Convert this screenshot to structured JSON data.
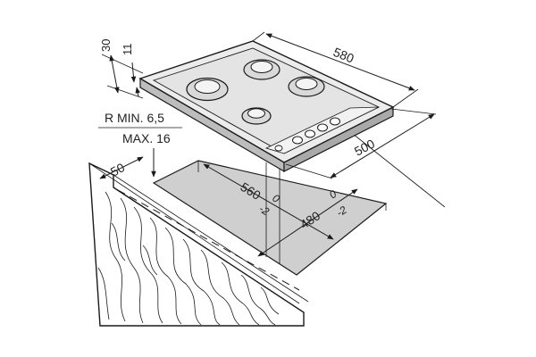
{
  "dimensions": {
    "width_580": "580",
    "depth_500": "500",
    "cutout_560": "560",
    "cutout_480": "480",
    "tol_plus_560": "0",
    "tol_minus_560": "-2",
    "tol_plus_480": "0",
    "tol_minus_480": "-2",
    "height_30": "30",
    "height_11": "11",
    "edge_50": "50",
    "radius_line1": "R MIN. 6,5",
    "radius_line2": "MAX. 16"
  },
  "colors": {
    "line": "#1a1a1a",
    "cutout_fill": "#cfcfcf",
    "hob_top": "#ececec",
    "hob_side": "#bdbdbd",
    "panel": "#f2f2f2",
    "burner": "#d9d9d9"
  }
}
